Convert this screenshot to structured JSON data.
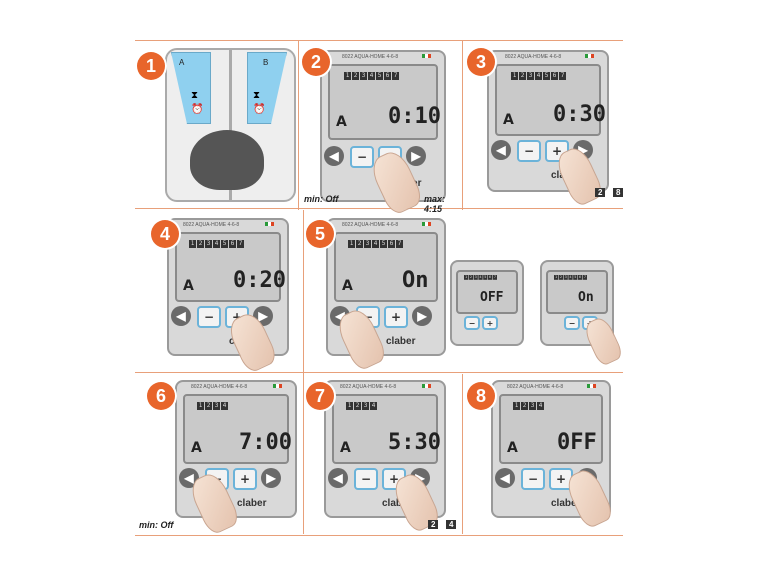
{
  "steps": [
    {
      "num": "1",
      "valve_a": "A",
      "valve_b": "B"
    },
    {
      "num": "2",
      "model": "8022  AQUA-HOME 4-6-8",
      "days": [
        "1",
        "2",
        "3",
        "4",
        "5",
        "6",
        "7"
      ],
      "program": "A",
      "time": "0:10",
      "minus": "−",
      "plus": "+",
      "brand": "claber",
      "caption_left": "min: Off",
      "caption_right": "max: 4:15"
    },
    {
      "num": "3",
      "model": "8022  AQUA-HOME 4-6-8",
      "days": [
        "1",
        "2",
        "3",
        "4",
        "5",
        "6",
        "7"
      ],
      "program": "A",
      "time": "0:30",
      "minus": "−",
      "plus": "+",
      "brand": "claber",
      "refs": [
        "2",
        "8"
      ]
    },
    {
      "num": "4",
      "model": "8022  AQUA-HOME 4-6-8",
      "days": [
        "1",
        "2",
        "3",
        "4",
        "5",
        "6",
        "7"
      ],
      "program": "A",
      "time": "0:20",
      "minus": "−",
      "plus": "+",
      "brand": "claber"
    },
    {
      "num": "5",
      "model": "8022  AQUA-HOME 4-6-8",
      "days": [
        "1",
        "2",
        "3",
        "4",
        "5",
        "6",
        "7"
      ],
      "program": "A",
      "time": "On",
      "minus": "−",
      "plus": "+",
      "brand": "claber",
      "mini": [
        {
          "time": "OFF"
        },
        {
          "time": "On"
        }
      ]
    },
    {
      "num": "6",
      "model": "8022  AQUA-HOME 4-6-8",
      "days": [
        "1",
        "2",
        "3",
        "4"
      ],
      "program": "A",
      "time": "7:00",
      "minus": "−",
      "plus": "+",
      "brand": "claber",
      "caption_left": "min: Off"
    },
    {
      "num": "7",
      "model": "8022  AQUA-HOME 4-6-8",
      "days": [
        "1",
        "2",
        "3",
        "4"
      ],
      "program": "A",
      "time": "5:30",
      "minus": "−",
      "plus": "+",
      "brand": "claber",
      "refs": [
        "2",
        "4"
      ]
    },
    {
      "num": "8",
      "model": "8022  AQUA-HOME 4-6-8",
      "days": [
        "1",
        "2",
        "3",
        "4"
      ],
      "program": "A",
      "time": "0FF",
      "minus": "−",
      "plus": "+",
      "brand": "claber"
    }
  ]
}
